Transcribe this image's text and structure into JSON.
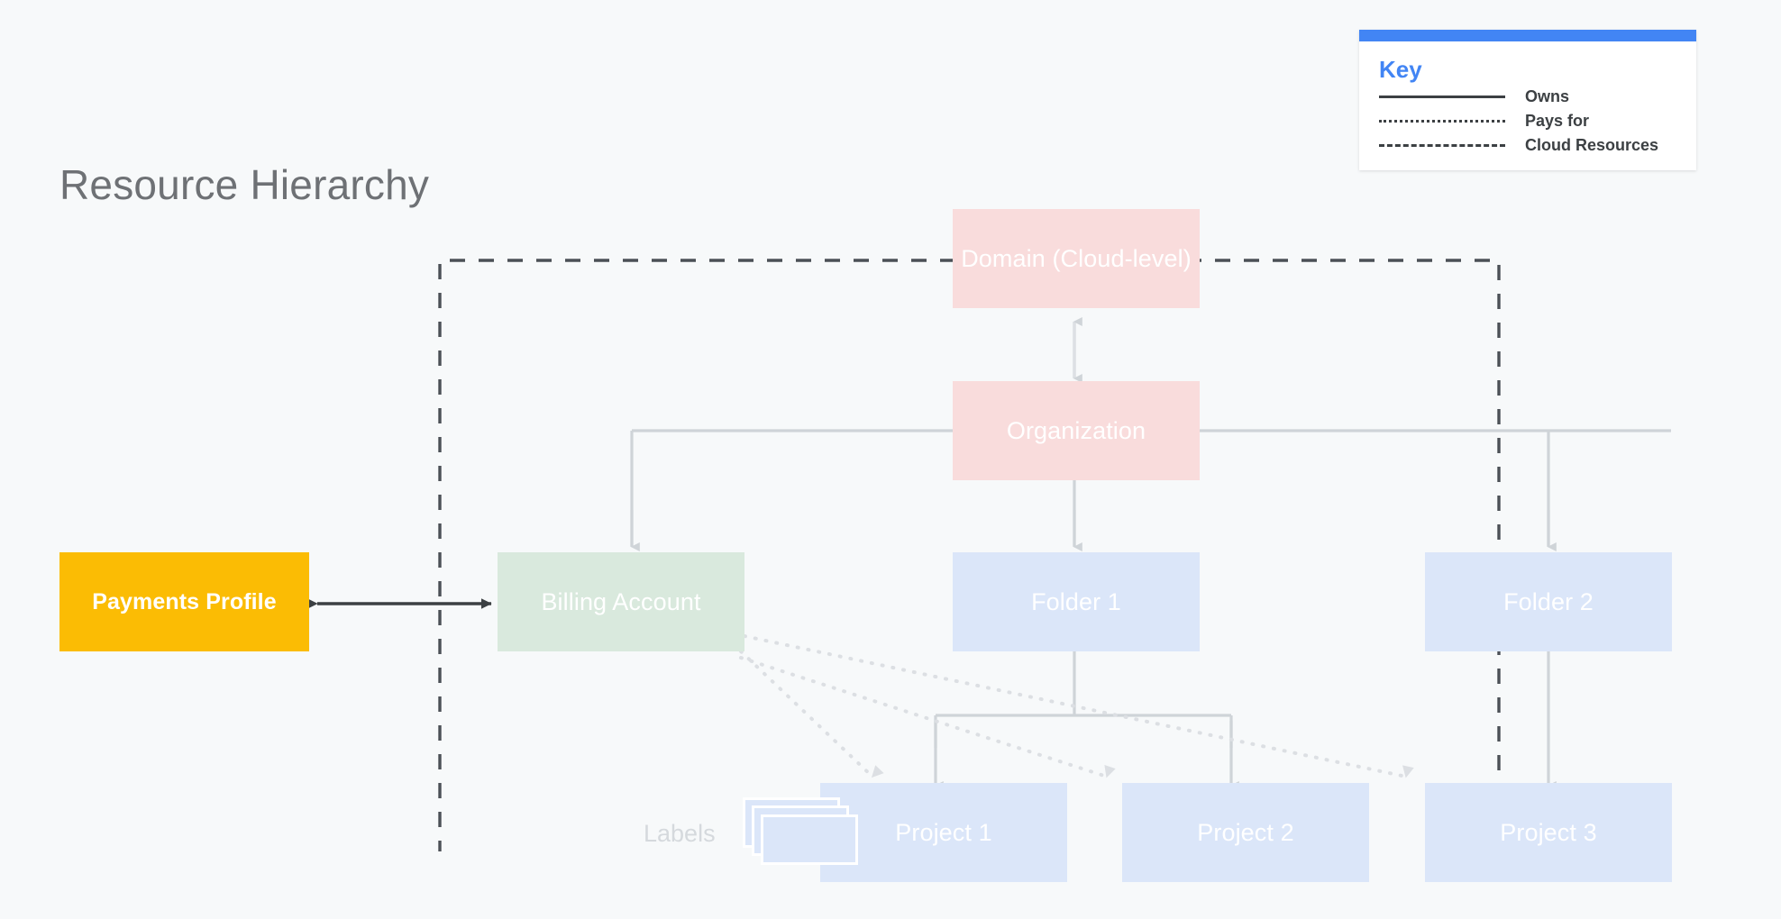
{
  "page": {
    "title": "Resource Hierarchy",
    "background_color": "#f7f9fa"
  },
  "key": {
    "title": "Key",
    "accent_color": "#4285f4",
    "rows": [
      {
        "style": "solid",
        "label": "Owns"
      },
      {
        "style": "dotted",
        "label": "Pays for"
      },
      {
        "style": "dashed",
        "label": "Cloud Resources"
      }
    ]
  },
  "nodes": {
    "domain": {
      "label": "Domain (Cloud-level)",
      "color": "#f9dcdc"
    },
    "organization": {
      "label": "Organization",
      "color": "#f9dcdc"
    },
    "billing_account": {
      "label": "Billing Account",
      "color": "#d9e9dd"
    },
    "folder_1": {
      "label": "Folder 1",
      "color": "#dbe6f9"
    },
    "folder_2": {
      "label": "Folder 2",
      "color": "#dbe6f9"
    },
    "project_1": {
      "label": "Project 1",
      "color": "#dbe6f9"
    },
    "project_2": {
      "label": "Project 2",
      "color": "#dbe6f9"
    },
    "project_3": {
      "label": "Project 3",
      "color": "#dbe6f9"
    },
    "payments_profile": {
      "label": "Payments Profile",
      "color": "#fbbc04"
    }
  },
  "annotations": {
    "labels_caption": "Labels"
  },
  "chart_data": {
    "type": "diagram",
    "title": "Resource Hierarchy",
    "boundary": {
      "name": "Cloud Resources",
      "line_style": "dashed",
      "contains": [
        "Domain (Cloud-level)",
        "Organization",
        "Billing Account",
        "Folder 1",
        "Folder 2",
        "Project 1",
        "Project 2",
        "Project 3"
      ]
    },
    "nodes": [
      {
        "id": "domain",
        "label": "Domain (Cloud-level)",
        "group": "identity",
        "color": "#f9dcdc"
      },
      {
        "id": "organization",
        "label": "Organization",
        "group": "identity",
        "color": "#f9dcdc"
      },
      {
        "id": "billing_account",
        "label": "Billing Account",
        "group": "billing",
        "color": "#d9e9dd"
      },
      {
        "id": "folder_1",
        "label": "Folder 1",
        "group": "resource",
        "color": "#dbe6f9"
      },
      {
        "id": "folder_2",
        "label": "Folder 2",
        "group": "resource",
        "color": "#dbe6f9"
      },
      {
        "id": "project_1",
        "label": "Project 1",
        "group": "resource",
        "color": "#dbe6f9"
      },
      {
        "id": "project_2",
        "label": "Project 2",
        "group": "resource",
        "color": "#dbe6f9"
      },
      {
        "id": "project_3",
        "label": "Project 3",
        "group": "resource",
        "color": "#dbe6f9"
      },
      {
        "id": "payments_profile",
        "label": "Payments Profile",
        "group": "payments",
        "color": "#fbbc04"
      },
      {
        "id": "labels",
        "label": "Labels",
        "group": "metadata",
        "color": "#dbe6f9"
      }
    ],
    "edges": [
      {
        "from": "domain",
        "to": "organization",
        "relation": "Owns",
        "style": "solid",
        "arrow": "both"
      },
      {
        "from": "organization",
        "to": "billing_account",
        "relation": "Owns",
        "style": "solid",
        "arrow": "to"
      },
      {
        "from": "organization",
        "to": "folder_1",
        "relation": "Owns",
        "style": "solid",
        "arrow": "to"
      },
      {
        "from": "organization",
        "to": "folder_2",
        "relation": "Owns",
        "style": "solid",
        "arrow": "to"
      },
      {
        "from": "folder_1",
        "to": "project_1",
        "relation": "Owns",
        "style": "solid",
        "arrow": "to"
      },
      {
        "from": "folder_1",
        "to": "project_2",
        "relation": "Owns",
        "style": "solid",
        "arrow": "to"
      },
      {
        "from": "folder_2",
        "to": "project_3",
        "relation": "Owns",
        "style": "solid",
        "arrow": "to"
      },
      {
        "from": "billing_account",
        "to": "project_1",
        "relation": "Pays for",
        "style": "dotted",
        "arrow": "to"
      },
      {
        "from": "billing_account",
        "to": "project_2",
        "relation": "Pays for",
        "style": "dotted",
        "arrow": "to"
      },
      {
        "from": "billing_account",
        "to": "project_3",
        "relation": "Pays for",
        "style": "dotted",
        "arrow": "to"
      },
      {
        "from": "payments_profile",
        "to": "billing_account",
        "relation": "Owns",
        "style": "solid",
        "arrow": "both"
      }
    ],
    "legend": [
      {
        "style": "solid",
        "label": "Owns"
      },
      {
        "style": "dotted",
        "label": "Pays for"
      },
      {
        "style": "dashed",
        "label": "Cloud Resources"
      }
    ]
  }
}
